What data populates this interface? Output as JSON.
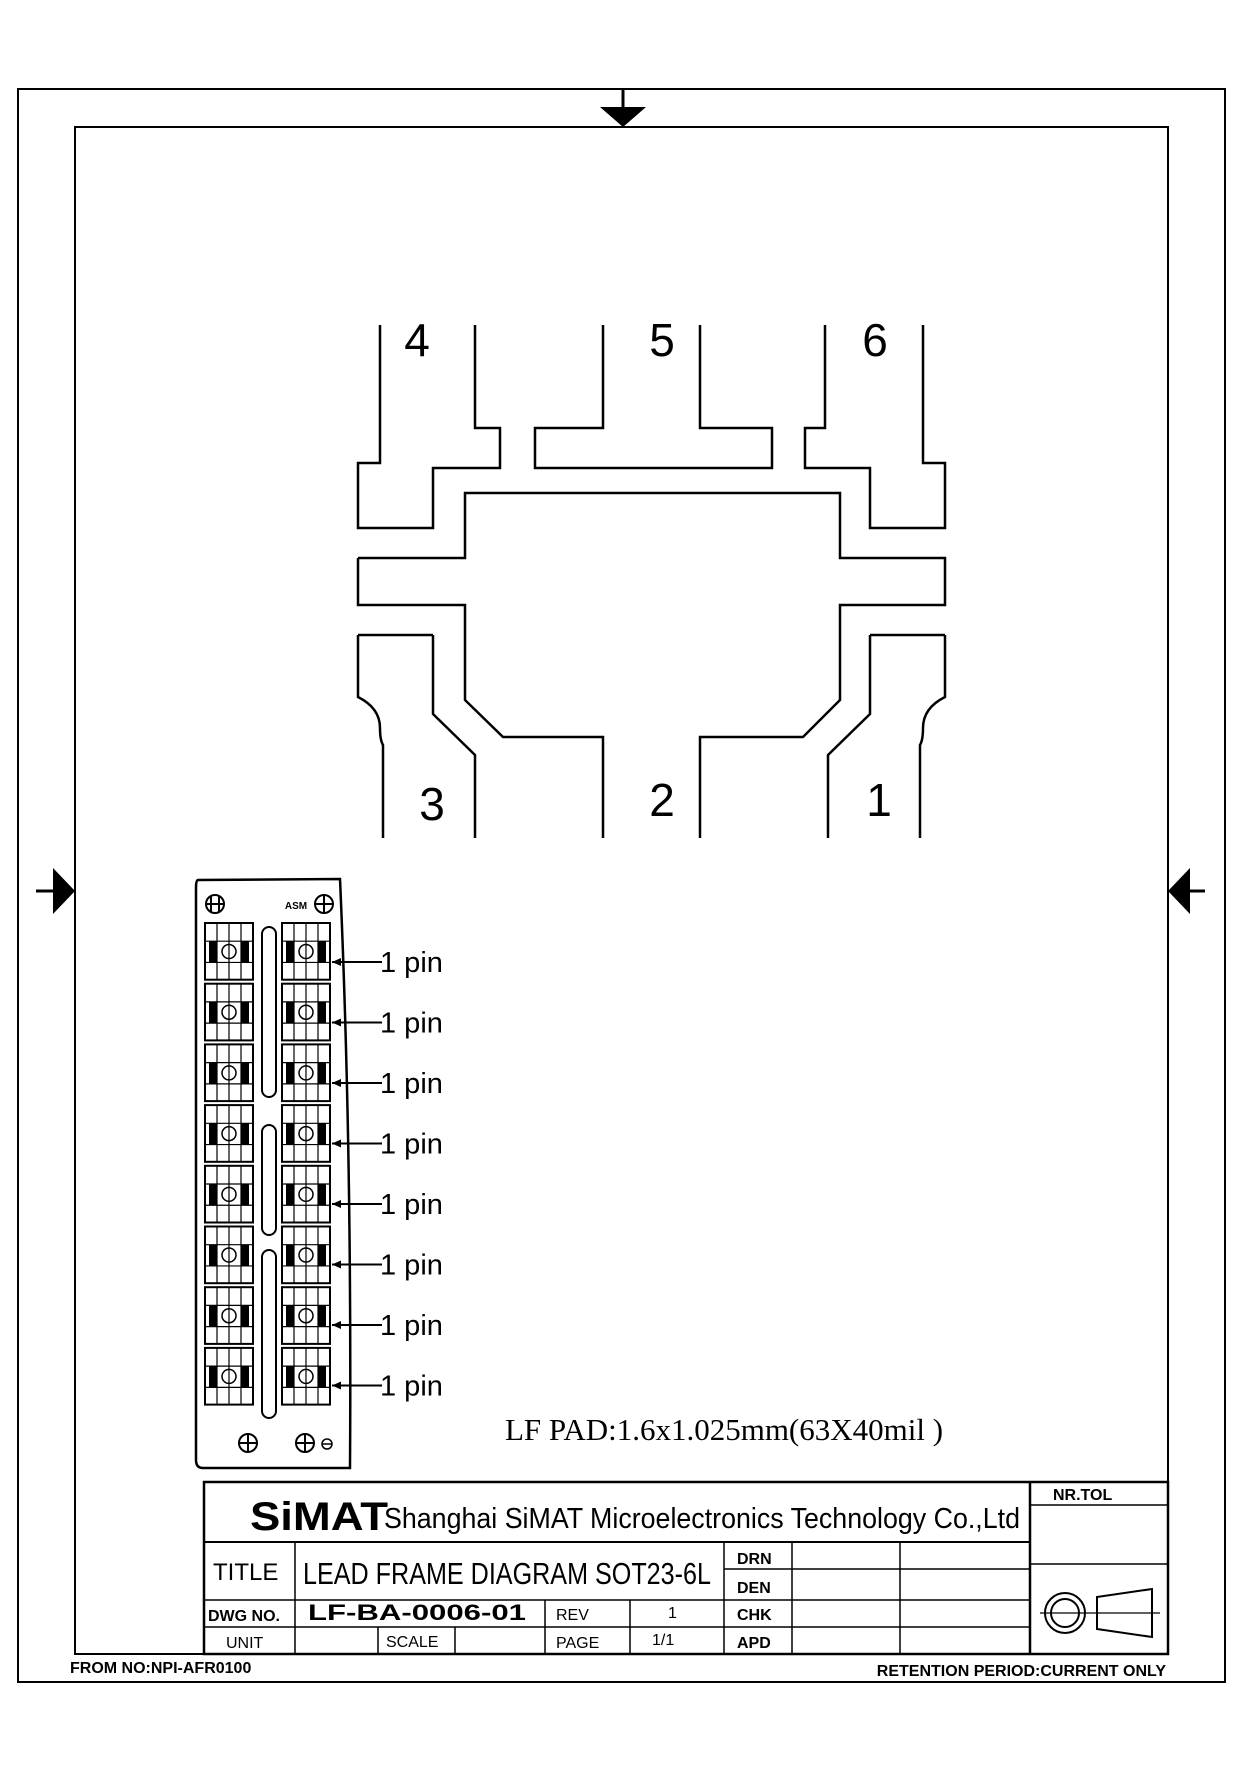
{
  "lead_frame": {
    "pins_top": [
      "4",
      "5",
      "6"
    ],
    "pins_bottom": [
      "3",
      "2",
      "1"
    ]
  },
  "strip": {
    "marks": [
      "ASM"
    ],
    "callouts": [
      "1 pin",
      "1 pin",
      "1 pin",
      "1 pin",
      "1 pin",
      "1 pin",
      "1 pin",
      "1 pin"
    ]
  },
  "pad_note": "LF PAD:1.6x1.025mm(63X40mil )",
  "title_block": {
    "logo": "SiMAT",
    "company": "Shanghai SiMAT Microelectronics Technology Co.,Ltd",
    "nr_tol": "NR.TOL",
    "title_label": "TITLE",
    "title": "LEAD FRAME DIAGRAM SOT23-6L",
    "dwg_label": "DWG NO.",
    "dwg_no": "LF-BA-0006-01",
    "rev_label": "REV",
    "rev": "1",
    "unit_label": "UNIT",
    "scale_label": "SCALE",
    "page_label": "PAGE",
    "page": "1/1",
    "drn": "DRN",
    "den": "DEN",
    "chk": "CHK",
    "apd": "APD"
  },
  "footer": {
    "form_no": "FROM NO:NPI-AFR0100",
    "retention": "RETENTION PERIOD:CURRENT ONLY"
  }
}
